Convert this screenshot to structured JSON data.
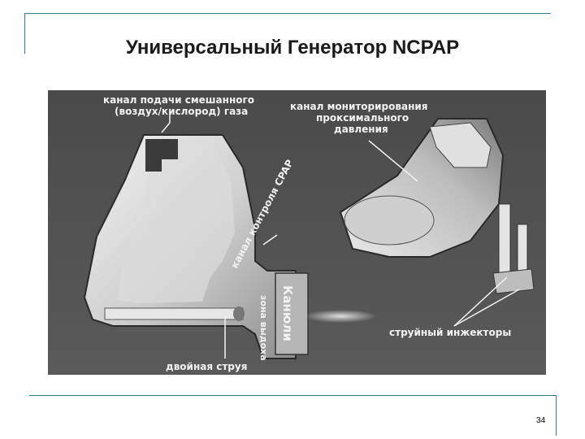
{
  "slide": {
    "title": "Универсальный Генератор NCPAP",
    "page_number": "34"
  },
  "figure": {
    "labels": {
      "gas_channel_line1": "канал подачи смешанного",
      "gas_channel_line2": "(воздух/кислород) газа",
      "monitor_line1": "канал мониторирования",
      "monitor_line2": "проксимального",
      "monitor_line3": "давления",
      "control_channel": "канал контроля CPAP",
      "cannula": "Канюли",
      "exit_zone": "зона выдоха",
      "injectors": "струйный инжекторы",
      "double_jet": "двойная струя"
    }
  }
}
